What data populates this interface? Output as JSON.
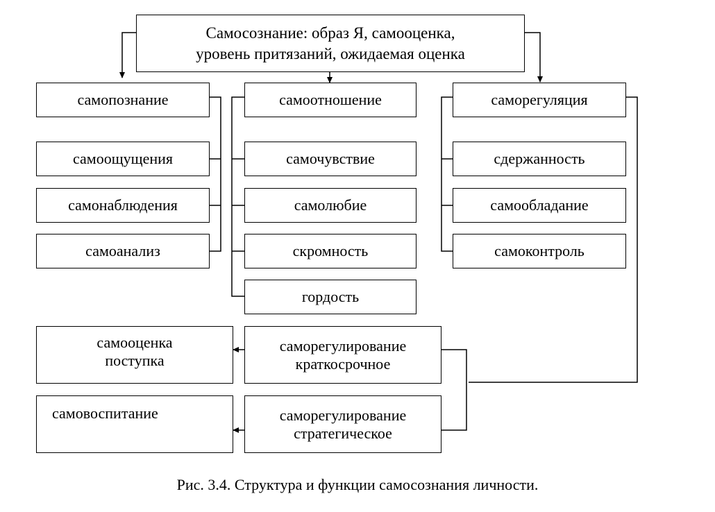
{
  "diagram": {
    "top_box": {
      "line1": "Самосознание: образ Я, самооценка,",
      "line2": "уровень притязаний, ожидаемая оценка"
    },
    "columns": {
      "self_knowledge": {
        "title": "самопознание",
        "items": [
          "самоощущения",
          "самонаблюдения",
          "самоанализ"
        ]
      },
      "self_attitude": {
        "title": "самоотношение",
        "items": [
          "самочувствие",
          "самолюбие",
          "скромность",
          "гордость"
        ]
      },
      "self_regulation": {
        "title": "саморегуляция",
        "items": [
          "сдержанность",
          "самообладание",
          "самоконтроль"
        ]
      }
    },
    "bottom": {
      "short_term": {
        "line1": "саморегулирование",
        "line2": "краткосрочное"
      },
      "strategic": {
        "line1": "саморегулирование",
        "line2": "стратегическое"
      },
      "act_assessment": {
        "line1": "самооценка",
        "line2": "поступка"
      },
      "self_education": {
        "line1": "самовоспитание"
      }
    }
  },
  "caption": "Рис. 3.4. Структура и функции самосознания личности."
}
